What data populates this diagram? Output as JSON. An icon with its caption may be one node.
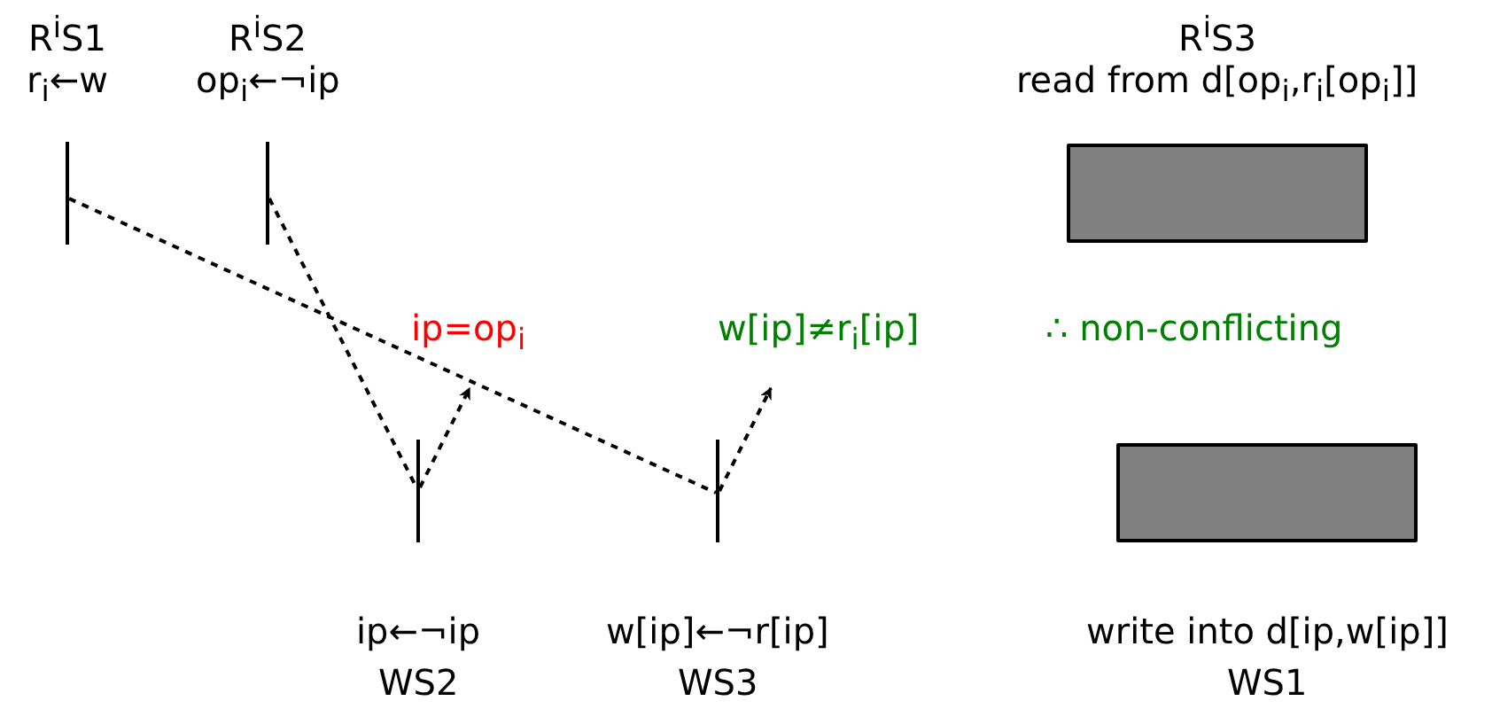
{
  "diagram": {
    "nodes": [
      {
        "text": [
          "R$^{i}$S1",
          "r$_{i}$←w"
        ]
      },
      {
        "text": [
          "R$^{i}$S2",
          "op$_{i}$←¬ip"
        ]
      },
      {
        "text": [
          "ip←¬ip",
          "WS2"
        ]
      },
      {
        "text": [
          "w[ip]←¬r[ip]",
          "WS3"
        ]
      },
      {
        "text": [
          "R$^{i}$S3",
          "read from d[op$_{i}$,r$_{i}$[op$_{i}$]]"
        ]
      },
      {
        "text": [
          "write into d[ip,w[ip]]",
          "WS1"
        ]
      }
    ],
    "edges": [
      {
        "from": 0,
        "to": 3,
        "arrow": "none",
        "style": "dashed"
      },
      {
        "from": 1,
        "to": 2,
        "arrow": "none",
        "style": "dashed"
      },
      {
        "from": 2,
        "to": null,
        "arrow": "to",
        "style": "dashed"
      },
      {
        "from": 3,
        "to": null,
        "arrow": "to",
        "style": "dashed"
      }
    ],
    "labels": [
      "ip=op$_{i}$",
      "w[ip]≠r$_{i}$[ip]",
      "∴ non-conflicting"
    ]
  }
}
